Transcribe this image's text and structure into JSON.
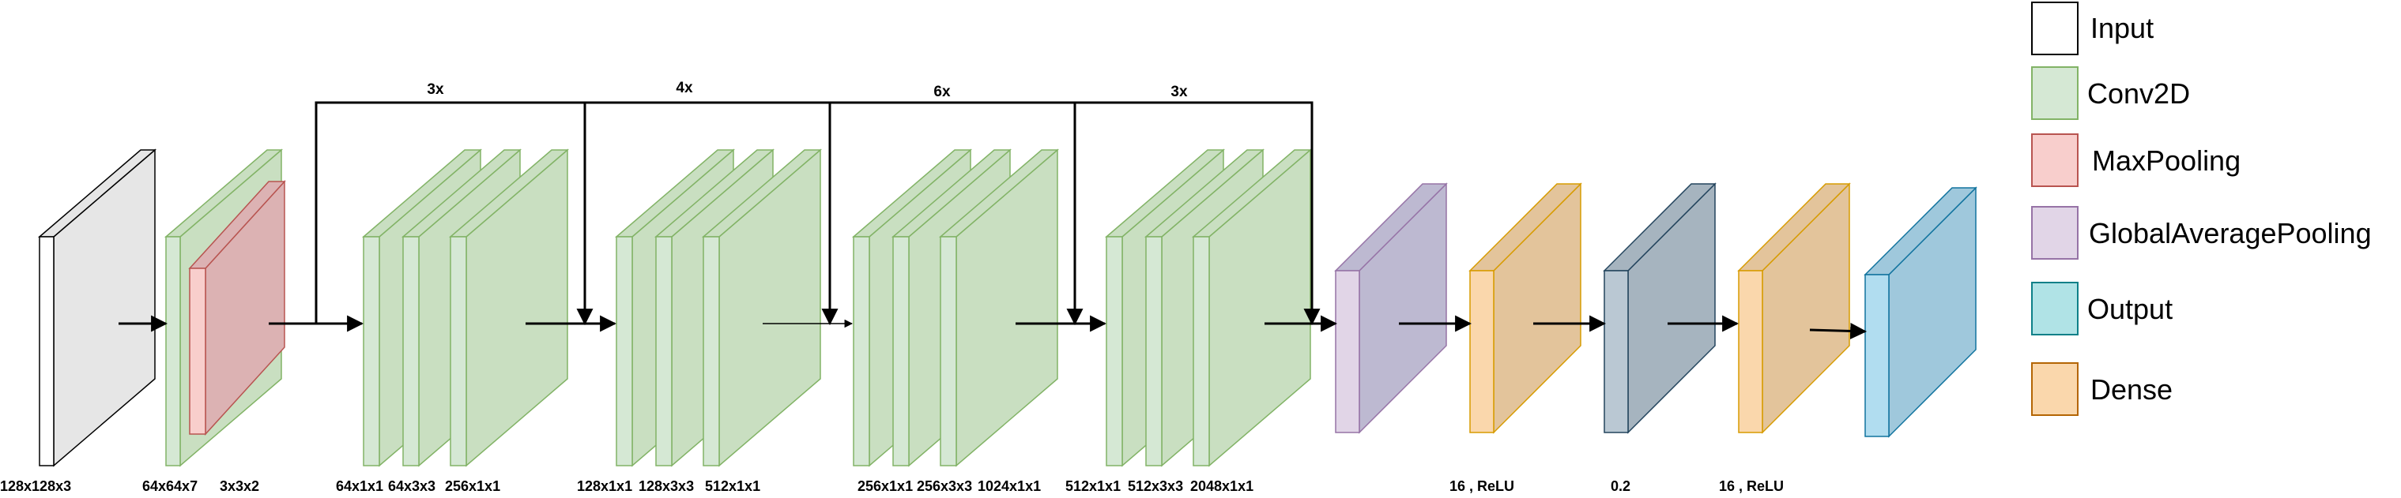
{
  "colors": {
    "input": "#e6e6e6",
    "conv": "#c9dfc1",
    "conv_light": "#d5e8d4",
    "conv_stroke": "#82b366",
    "maxpool": "#dcb2b3",
    "maxpool_light": "#f8cecc",
    "maxpool_stroke": "#b85450",
    "gap": "#bdb9d1",
    "gap_light": "#e1d5e7",
    "gap_stroke": "#9673a6",
    "dense": "#e3c49b",
    "dense_light": "#fad7ac",
    "dense_stroke": "#d79b00",
    "dropout": "#a6b4bf",
    "dropout_light": "#bac8d3",
    "dropout_stroke": "#23445d",
    "output": "#9fc8dc",
    "output_light": "#b1ddf0",
    "output_stroke": "#10739e",
    "line": "#000000"
  },
  "labels": {
    "input": "128x128x3",
    "conv1": "64x64x7",
    "pool1": "3x3x2",
    "b1a": "64x1x1",
    "b1b": "64x3x3",
    "b1c": "256x1x1",
    "b2a": "128x1x1",
    "b2b": "128x3x3",
    "b2c": "512x1x1",
    "b3a": "256x1x1",
    "b3b": "256x3x3",
    "b3c": "1024x1x1",
    "b4a": "512x1x1",
    "b4b": "512x3x3",
    "b4c": "2048x1x1",
    "dense1": "16 , ReLU",
    "dropout": "0.2",
    "dense2": "16 , ReLU"
  },
  "skips": [
    "3x",
    "4x",
    "6x",
    "3x"
  ],
  "legend": [
    {
      "key": "input",
      "label": "Input",
      "fill": "#ffffff",
      "stroke": "#000000"
    },
    {
      "key": "conv",
      "label": "Conv2D",
      "fill": "#d5e8d4",
      "stroke": "#82b366"
    },
    {
      "key": "maxpool",
      "label": "MaxPooling",
      "fill": "#f8cecc",
      "stroke": "#b85450"
    },
    {
      "key": "gap",
      "label": "GlobalAveragePooling",
      "fill": "#e1d5e7",
      "stroke": "#9673a6"
    },
    {
      "key": "output",
      "label": "Output",
      "fill": "#b0e3e6",
      "stroke": "#0e8088"
    },
    {
      "key": "dense",
      "label": "Dense",
      "fill": "#fad7ac",
      "stroke": "#b46504"
    }
  ]
}
